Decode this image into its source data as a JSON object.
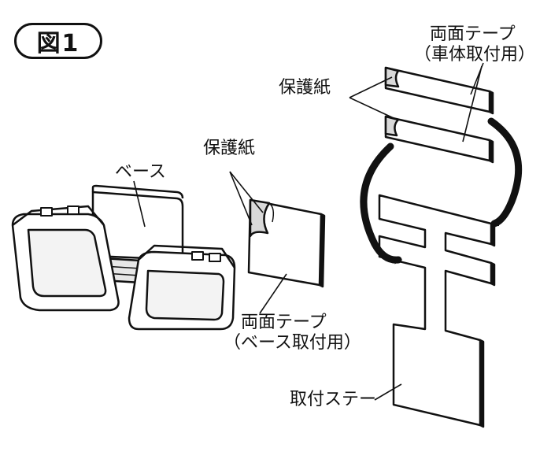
{
  "figure_label": "図1",
  "labels": {
    "tape_vehicle_line1": "両面テープ",
    "tape_vehicle_line2": "（車体取付用）",
    "protective_paper_top": "保護紙",
    "protective_paper_mid": "保護紙",
    "base": "ベース",
    "tape_base_line1": "両面テープ",
    "tape_base_line2": "（ベース取付用）",
    "mounting_stay": "取付ステー"
  },
  "colors": {
    "ink": "#111111",
    "shade": "#bdbdbd",
    "paper": "#ffffff"
  }
}
